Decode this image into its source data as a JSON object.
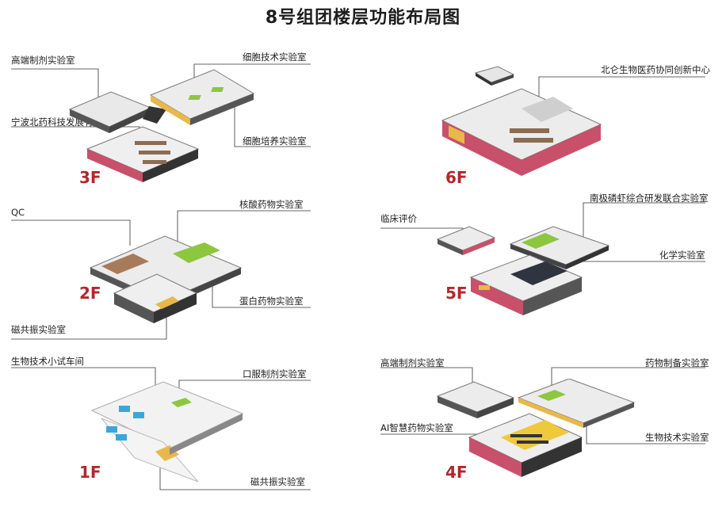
{
  "title": "8号组团楼层功能布局图",
  "colors": {
    "floor_label": "#b3262d",
    "accent_yellow": "#e8b84a",
    "accent_green": "#8dc63f",
    "accent_pink": "#c8506a"
  },
  "floors": [
    {
      "id": "3F",
      "label": "3F",
      "rooms": [
        "高端制剂实验室",
        "细胞技术实验室",
        "宁波北药科技发展有限公司",
        "细胞培养实验室"
      ]
    },
    {
      "id": "6F",
      "label": "6F",
      "rooms": [
        "北仑生物医药协同创新中心"
      ]
    },
    {
      "id": "2F",
      "label": "2F",
      "rooms": [
        "QC",
        "核酸药物实验室",
        "蛋白药物实验室",
        "磁共振实验室"
      ]
    },
    {
      "id": "5F",
      "label": "5F",
      "rooms": [
        "临床评价",
        "南极磷虾综合研发联合实验室",
        "化学实验室"
      ]
    },
    {
      "id": "1F",
      "label": "1F",
      "rooms": [
        "生物技术小试车间",
        "口服制剂实验室",
        "磁共振实验室"
      ]
    },
    {
      "id": "4F",
      "label": "4F",
      "rooms": [
        "高端制剂实验室",
        "药物制备实验室",
        "AI智慧药物实验室",
        "生物技术实验室"
      ]
    }
  ]
}
